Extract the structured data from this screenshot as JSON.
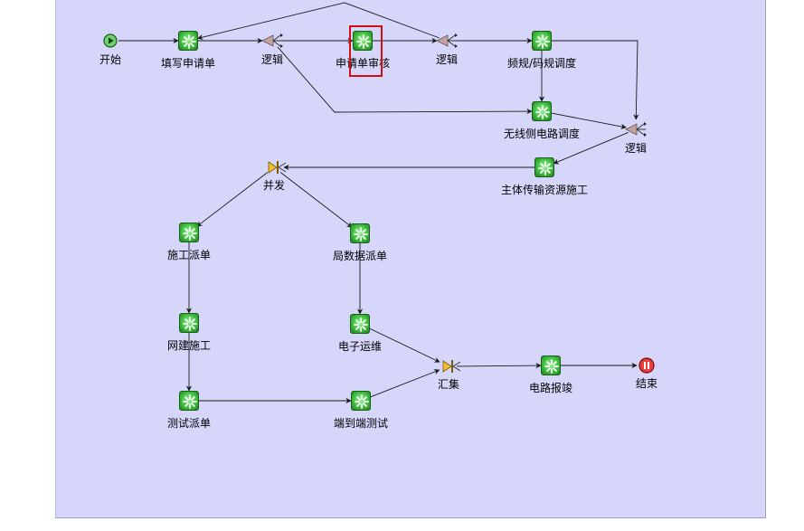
{
  "diagram": {
    "nodes": [
      {
        "id": "start",
        "type": "start",
        "label": "开始",
        "icon": "start-icon"
      },
      {
        "id": "fill",
        "type": "task",
        "label": "填写申请单",
        "icon": "task-icon"
      },
      {
        "id": "logic1",
        "type": "logic",
        "label": "逻辑",
        "icon": "logic-icon"
      },
      {
        "id": "review",
        "type": "task",
        "label": "申请单审核",
        "icon": "task-icon",
        "selected": true
      },
      {
        "id": "logic2",
        "type": "logic",
        "label": "逻辑",
        "icon": "logic-icon"
      },
      {
        "id": "freq",
        "type": "task",
        "label": "频规/码规调度",
        "icon": "task-icon"
      },
      {
        "id": "wireless",
        "type": "task",
        "label": "无线侧电路调度",
        "icon": "task-icon"
      },
      {
        "id": "logic3",
        "type": "logic",
        "label": "逻辑",
        "icon": "logic-icon"
      },
      {
        "id": "trans",
        "type": "task",
        "label": "主体传输资源施工",
        "icon": "task-icon"
      },
      {
        "id": "fork",
        "type": "fork",
        "label": "并发",
        "icon": "fork-icon"
      },
      {
        "id": "construct",
        "type": "task",
        "label": "施工派单",
        "icon": "task-icon"
      },
      {
        "id": "localdata",
        "type": "task",
        "label": "局数据派单",
        "icon": "task-icon"
      },
      {
        "id": "netbuild",
        "type": "task",
        "label": "网建施工",
        "icon": "task-icon"
      },
      {
        "id": "eops",
        "type": "task",
        "label": "电子运维",
        "icon": "task-icon"
      },
      {
        "id": "testdisp",
        "type": "task",
        "label": "测试派单",
        "icon": "task-icon"
      },
      {
        "id": "e2e",
        "type": "task",
        "label": "端到端测试",
        "icon": "task-icon"
      },
      {
        "id": "join",
        "type": "join",
        "label": "汇集",
        "icon": "join-icon"
      },
      {
        "id": "report",
        "type": "task",
        "label": "电路报竣",
        "icon": "task-icon"
      },
      {
        "id": "end",
        "type": "end",
        "label": "结束",
        "icon": "end-icon"
      }
    ],
    "edges": [
      {
        "from": "start",
        "to": "fill"
      },
      {
        "from": "fill",
        "to": "logic1"
      },
      {
        "from": "logic1",
        "to": "review"
      },
      {
        "from": "review",
        "to": "logic2"
      },
      {
        "from": "logic2",
        "to": "freq"
      },
      {
        "from": "logic2",
        "to": "fill"
      },
      {
        "from": "logic1",
        "to": "wireless"
      },
      {
        "from": "freq",
        "to": "wireless"
      },
      {
        "from": "freq",
        "to": "logic3"
      },
      {
        "from": "wireless",
        "to": "logic3"
      },
      {
        "from": "logic3",
        "to": "trans"
      },
      {
        "from": "trans",
        "to": "fork"
      },
      {
        "from": "fork",
        "to": "construct"
      },
      {
        "from": "fork",
        "to": "localdata"
      },
      {
        "from": "construct",
        "to": "netbuild"
      },
      {
        "from": "netbuild",
        "to": "testdisp"
      },
      {
        "from": "testdisp",
        "to": "e2e"
      },
      {
        "from": "localdata",
        "to": "eops"
      },
      {
        "from": "eops",
        "to": "join"
      },
      {
        "from": "e2e",
        "to": "join"
      },
      {
        "from": "join",
        "to": "report"
      },
      {
        "from": "report",
        "to": "end"
      }
    ],
    "colors": {
      "canvas": "#d6d6fb",
      "edge": "#1a1a1a",
      "task": "#3fbf3f",
      "selection": "#d01010",
      "end": "#d02020",
      "start": "#2e8b2e",
      "fork": "#e0b020"
    }
  }
}
